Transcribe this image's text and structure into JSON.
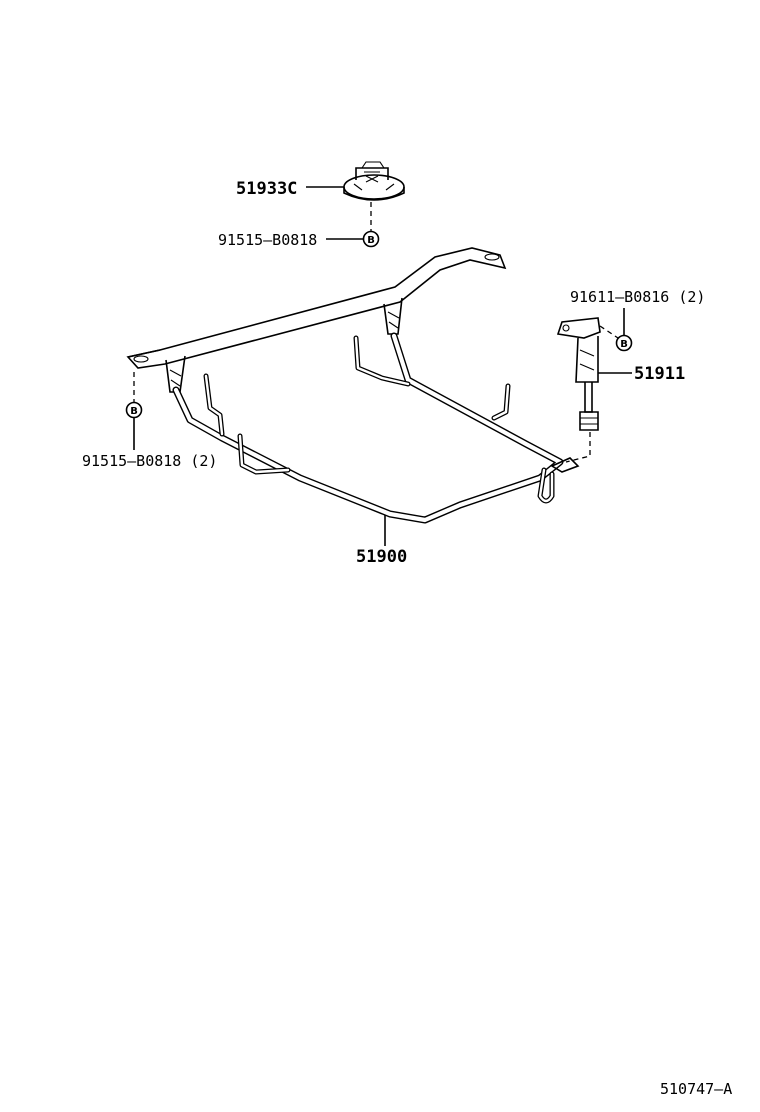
{
  "diagram": {
    "ref_code": "510747–A",
    "parts": {
      "jack_bracket": "51933C",
      "bolt_top": "91515–B0818",
      "bolt_right": "91611–B0816 (2)",
      "hanger": "51911",
      "bolt_left": "91515–B0818 (2)",
      "carrier": "51900"
    },
    "bolt_symbol": "B"
  }
}
